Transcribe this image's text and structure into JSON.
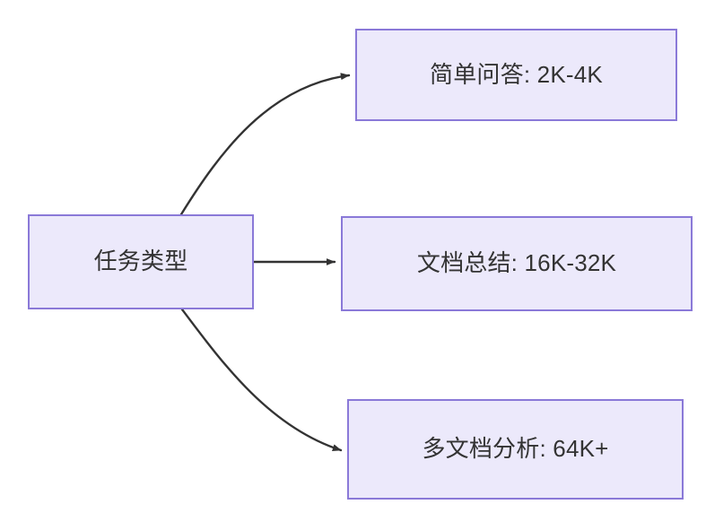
{
  "diagram": {
    "type": "flowchart",
    "direction": "left-to-right",
    "background_color": "#ffffff",
    "node_fill_color": "#ece9fb",
    "node_border_color": "#8a79d8",
    "edge_color": "#333333",
    "text_color": "#333333",
    "nodes": [
      {
        "id": "root",
        "label": "任务类型"
      },
      {
        "id": "simple_qa",
        "label": "简单问答: 2K-4K"
      },
      {
        "id": "doc_summary",
        "label": "文档总结: 16K-32K"
      },
      {
        "id": "multi_doc",
        "label": "多文档分析: 64K+"
      }
    ],
    "edges": [
      {
        "from": "root",
        "to": "simple_qa",
        "style": "curved",
        "arrow": "end",
        "label": ""
      },
      {
        "from": "root",
        "to": "doc_summary",
        "style": "straight",
        "arrow": "end",
        "label": ""
      },
      {
        "from": "root",
        "to": "multi_doc",
        "style": "curved",
        "arrow": "end",
        "label": ""
      }
    ]
  }
}
